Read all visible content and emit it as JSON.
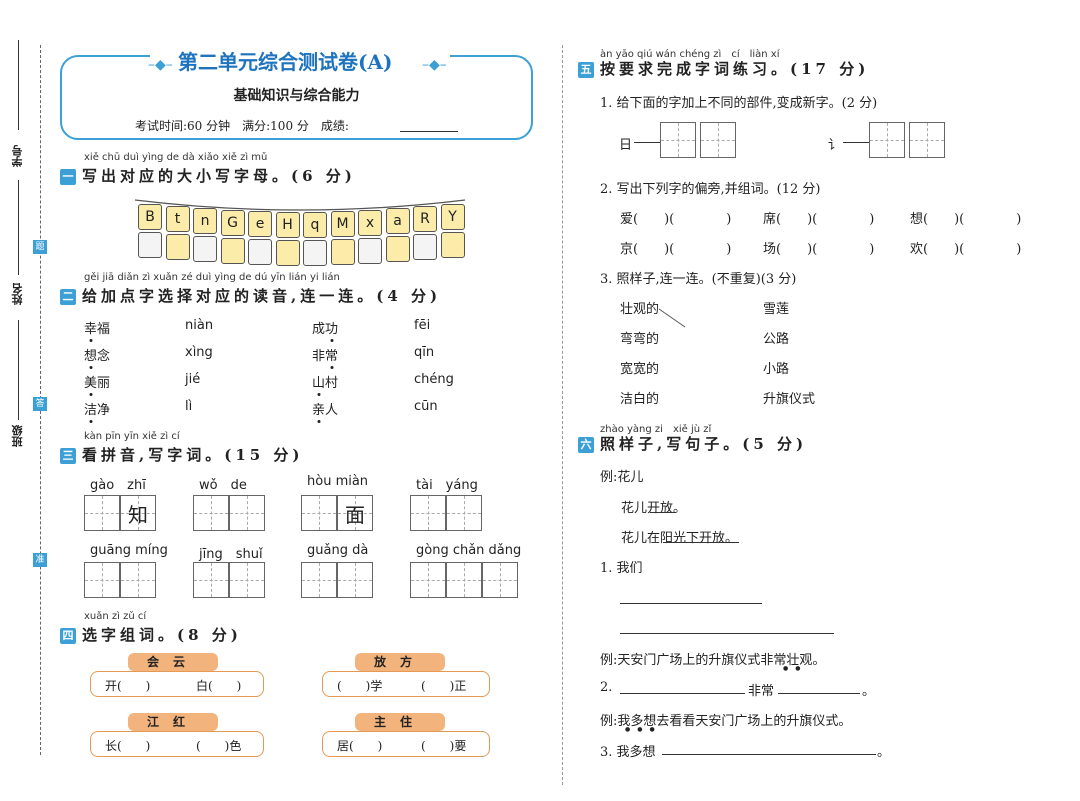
{
  "sidebar": {
    "label1": "学号",
    "label2": "姓名",
    "label3": "班级",
    "badge1": "题",
    "badge2": "答",
    "badge3": "准"
  },
  "header": {
    "title": "第二单元综合测试卷(A)",
    "subtitle": "基础知识与综合能力",
    "info": "考试时间:60 分钟　满分:100 分　成绩:"
  },
  "s1": {
    "pinyin": "xiě chū duì yìng de dà xiǎo xiě zì mǔ",
    "icon": "一",
    "title": "写出对应的大小写字母。(6 分)",
    "letters": [
      "B",
      "t",
      "n",
      "G",
      "e",
      "H",
      "q",
      "M",
      "x",
      "a",
      "R",
      "Y"
    ]
  },
  "s2": {
    "pinyin": "gěi jiā diǎn zì xuǎn zé duì yìng de dú yīn lián yi lián",
    "icon": "二",
    "title": "给加点字选择对应的读音,连一连。(4 分)",
    "rows": [
      {
        "w1a": "幸",
        "w1b": "福",
        "p1": "niàn",
        "w2a": "成",
        "w2b": "功",
        "p2": "fēi"
      },
      {
        "w1a": "想",
        "w1b": "念",
        "p1": "xìng",
        "w2a": "非",
        "w2b": "常",
        "p2": "qīn"
      },
      {
        "w1a": "美",
        "w1b": "丽",
        "p1": "jié",
        "w2a": "山",
        "w2b": "村",
        "p2": "chéng"
      },
      {
        "w1a": "洁",
        "w1b": "净",
        "p1": "lì",
        "w2a": "亲",
        "w2b": "人",
        "p2": "cūn"
      }
    ]
  },
  "s3": {
    "pinyin": "kàn pīn yīn xiě zì cí",
    "icon": "三",
    "title": "看拼音,写字词。(15 分)",
    "row1": [
      {
        "py": "gào　zhī",
        "chars": [
          "",
          "知"
        ]
      },
      {
        "py": "wǒ　de",
        "chars": [
          "",
          ""
        ]
      },
      {
        "py": "hòu miàn",
        "chars": [
          "",
          "面"
        ]
      },
      {
        "py": "tài　yáng",
        "chars": [
          "",
          ""
        ]
      }
    ],
    "row2": [
      {
        "py": "guāng míng",
        "chars": [
          "",
          ""
        ]
      },
      {
        "py": "jīng　shuǐ",
        "chars": [
          "",
          ""
        ]
      },
      {
        "py": "guǎng dà",
        "chars": [
          "",
          ""
        ]
      },
      {
        "py": "gòng chǎn dǎng",
        "chars": [
          "",
          "",
          ""
        ]
      }
    ]
  },
  "s4": {
    "pinyin": "xuǎn zì zǔ cí",
    "icon": "四",
    "title": "选字组词。(8 分)",
    "g1": {
      "pill": "会云",
      "a": "开(　　)",
      "b": "白(　　)"
    },
    "g2": {
      "pill": "放方",
      "a": "(　　)学",
      "b": "(　　)正"
    },
    "g3": {
      "pill": "江红",
      "a": "长(　　)",
      "b": "(　　)色"
    },
    "g4": {
      "pill": "主住",
      "a": "居(　　)",
      "b": "(　　)要"
    }
  },
  "s5": {
    "pinyin": "àn yāo qiú wán chéng zì　cí　liàn xí",
    "icon": "五",
    "title": "按要求完成字词练习。(17 分)",
    "q1": "1. 给下面的字加上不同的部件,变成新字。(2 分)",
    "q1a": "日",
    "q1b": "讠",
    "q2": "2. 写出下列字的偏旁,并组词。(12 分)",
    "q2rows": [
      [
        "爱(　　)(　　　　)",
        "席(　　)(　　　　)",
        "想(　　)(　　　　)"
      ],
      [
        "京(　　)(　　　　)",
        "场(　　)(　　　　)",
        "欢(　　)(　　　　)"
      ]
    ],
    "q3": "3. 照样子,连一连。(不重复)(3 分)",
    "q3left": [
      "壮观的",
      "弯弯的",
      "宽宽的",
      "洁白的"
    ],
    "q3right": [
      "雪莲",
      "公路",
      "小路",
      "升旗仪式"
    ]
  },
  "s6": {
    "pinyin": "zhào yàng zi　xiě jù zǐ",
    "icon": "六",
    "title": "照样子,写句子。(5 分)",
    "ex1": "例:花儿",
    "ex1a": "花儿开放。",
    "ex1b": "花儿在阳光下开放。",
    "q1": "1. 我们",
    "ex2": "例:天安门广场上的升旗仪式非常壮观。",
    "q2a": "2.",
    "q2b": "非常",
    "ex3": "例:我多想去看看天安门广场上的升旗仪式。",
    "q3": "3. 我多想"
  }
}
